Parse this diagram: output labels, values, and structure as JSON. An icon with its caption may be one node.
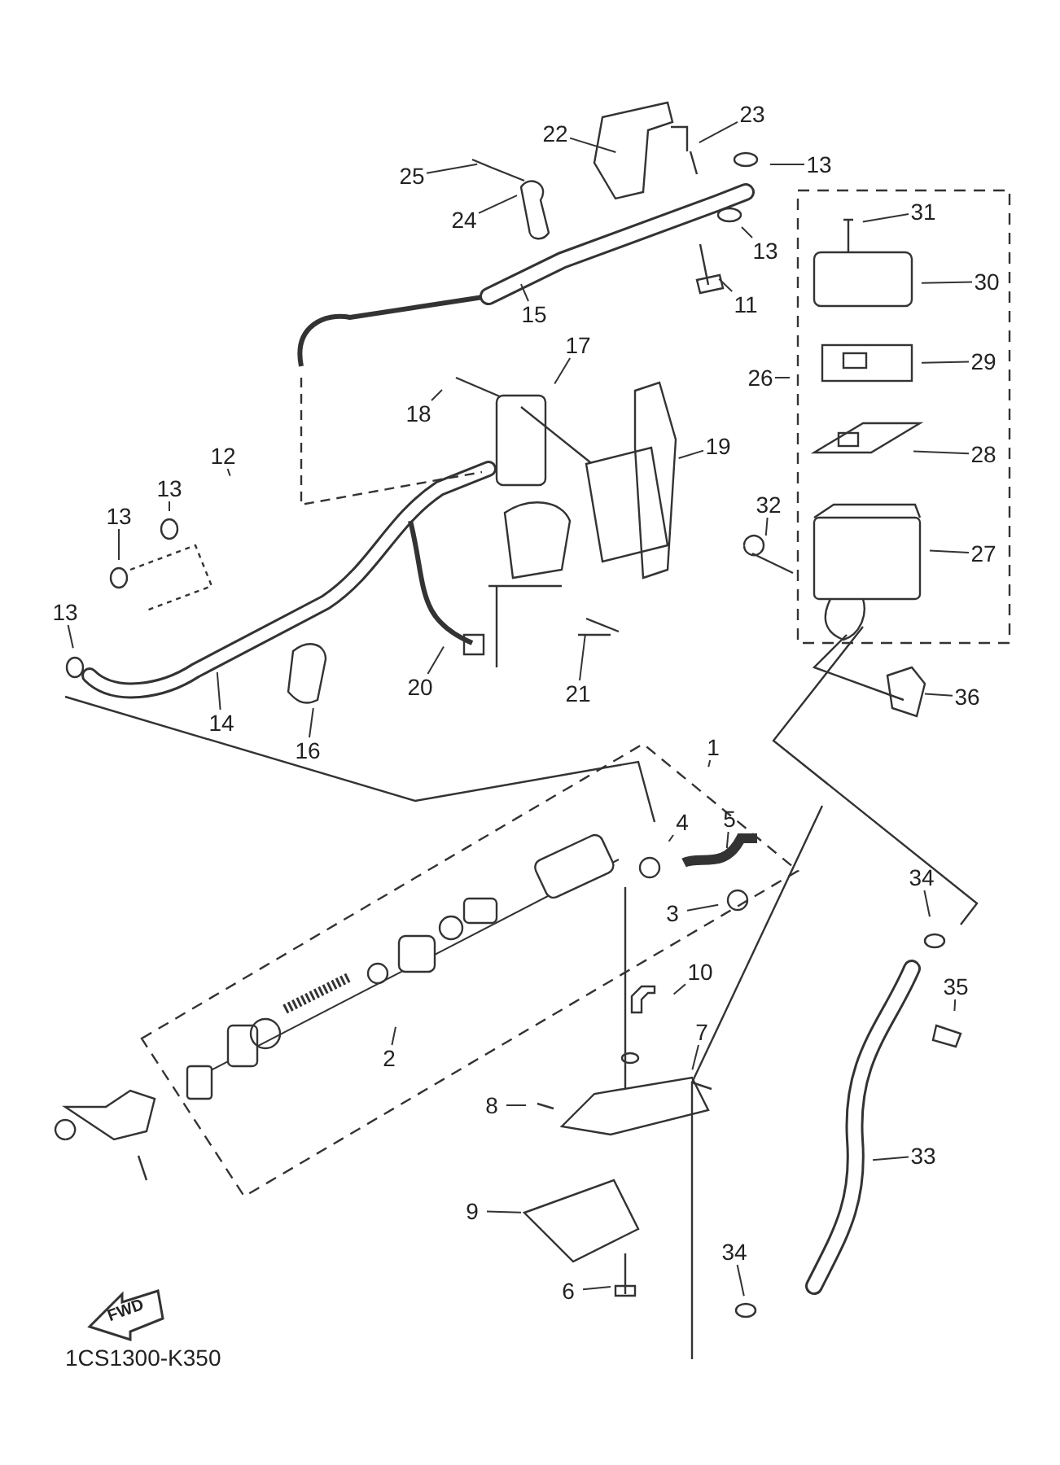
{
  "diagram": {
    "nodes": [
      {
        "text": [
          "22"
        ]
      },
      {
        "text": [
          "23"
        ]
      },
      {
        "text": [
          "25"
        ]
      },
      {
        "text": [
          "13"
        ]
      },
      {
        "text": [
          "24"
        ]
      },
      {
        "text": [
          "13"
        ]
      },
      {
        "text": [
          "31"
        ]
      },
      {
        "text": [
          "11"
        ]
      },
      {
        "text": [
          "30"
        ]
      },
      {
        "text": [
          "15"
        ]
      },
      {
        "text": [
          "17"
        ]
      },
      {
        "text": [
          "26"
        ]
      },
      {
        "text": [
          "29"
        ]
      },
      {
        "text": [
          "18"
        ]
      },
      {
        "text": [
          "19"
        ]
      },
      {
        "text": [
          "12"
        ]
      },
      {
        "text": [
          "13"
        ]
      },
      {
        "text": [
          "28"
        ]
      },
      {
        "text": [
          "13"
        ]
      },
      {
        "text": [
          "32"
        ]
      },
      {
        "text": [
          "27"
        ]
      },
      {
        "text": [
          "20"
        ]
      },
      {
        "text": [
          "21"
        ]
      },
      {
        "text": [
          "13"
        ]
      },
      {
        "text": [
          "14"
        ]
      },
      {
        "text": [
          "16"
        ]
      },
      {
        "text": [
          "36"
        ]
      },
      {
        "text": [
          "1"
        ]
      },
      {
        "text": [
          "4"
        ]
      },
      {
        "text": [
          "5"
        ]
      },
      {
        "text": [
          "3"
        ]
      },
      {
        "text": [
          "34"
        ]
      },
      {
        "text": [
          "2"
        ]
      },
      {
        "text": [
          "10"
        ]
      },
      {
        "text": [
          "35"
        ]
      },
      {
        "text": [
          "7"
        ]
      },
      {
        "text": [
          "8"
        ]
      },
      {
        "text": [
          "33"
        ]
      },
      {
        "text": [
          "9"
        ]
      },
      {
        "text": [
          "34"
        ]
      },
      {
        "text": [
          "6"
        ]
      }
    ],
    "edges": [
      {
        "from": 0,
        "to": null,
        "arrow": "none"
      },
      {
        "from": 1,
        "to": null,
        "arrow": "none"
      },
      {
        "from": 2,
        "to": null,
        "arrow": "none"
      },
      {
        "from": 3,
        "to": null,
        "arrow": "none"
      },
      {
        "from": 4,
        "to": null,
        "arrow": "none"
      },
      {
        "from": 5,
        "to": null,
        "arrow": "none"
      },
      {
        "from": 6,
        "to": null,
        "arrow": "none"
      },
      {
        "from": 7,
        "to": null,
        "arrow": "none"
      },
      {
        "from": 8,
        "to": null,
        "arrow": "none"
      },
      {
        "from": 9,
        "to": null,
        "arrow": "none"
      },
      {
        "from": 10,
        "to": null,
        "arrow": "none"
      },
      {
        "from": 11,
        "to": null,
        "arrow": "none"
      },
      {
        "from": 12,
        "to": null,
        "arrow": "none"
      },
      {
        "from": 13,
        "to": null,
        "arrow": "none"
      },
      {
        "from": 14,
        "to": null,
        "arrow": "none"
      },
      {
        "from": 15,
        "to": null,
        "arrow": "none"
      },
      {
        "from": 16,
        "to": null,
        "arrow": "none"
      },
      {
        "from": 17,
        "to": null,
        "arrow": "none"
      },
      {
        "from": 18,
        "to": null,
        "arrow": "none"
      },
      {
        "from": 19,
        "to": null,
        "arrow": "none"
      },
      {
        "from": 20,
        "to": null,
        "arrow": "none"
      },
      {
        "from": 21,
        "to": null,
        "arrow": "none"
      },
      {
        "from": 22,
        "to": null,
        "arrow": "none"
      },
      {
        "from": 23,
        "to": null,
        "arrow": "none"
      },
      {
        "from": 24,
        "to": null,
        "arrow": "none"
      },
      {
        "from": 25,
        "to": null,
        "arrow": "none"
      },
      {
        "from": 26,
        "to": null,
        "arrow": "none"
      },
      {
        "from": 27,
        "to": null,
        "arrow": "none"
      },
      {
        "from": 28,
        "to": null,
        "arrow": "none"
      },
      {
        "from": 29,
        "to": null,
        "arrow": "none"
      },
      {
        "from": 30,
        "to": null,
        "arrow": "none"
      },
      {
        "from": 31,
        "to": null,
        "arrow": "none"
      },
      {
        "from": 32,
        "to": null,
        "arrow": "none"
      },
      {
        "from": 33,
        "to": null,
        "arrow": "none"
      },
      {
        "from": 34,
        "to": null,
        "arrow": "none"
      },
      {
        "from": 35,
        "to": null,
        "arrow": "none"
      },
      {
        "from": 36,
        "to": null,
        "arrow": "none"
      },
      {
        "from": 37,
        "to": null,
        "arrow": "none"
      },
      {
        "from": 38,
        "to": null,
        "arrow": "none"
      },
      {
        "from": 39,
        "to": null,
        "arrow": "none"
      },
      {
        "from": 40,
        "to": null,
        "arrow": "none"
      }
    ],
    "labels": [
      "FWD",
      "1CS1300-K350"
    ]
  }
}
